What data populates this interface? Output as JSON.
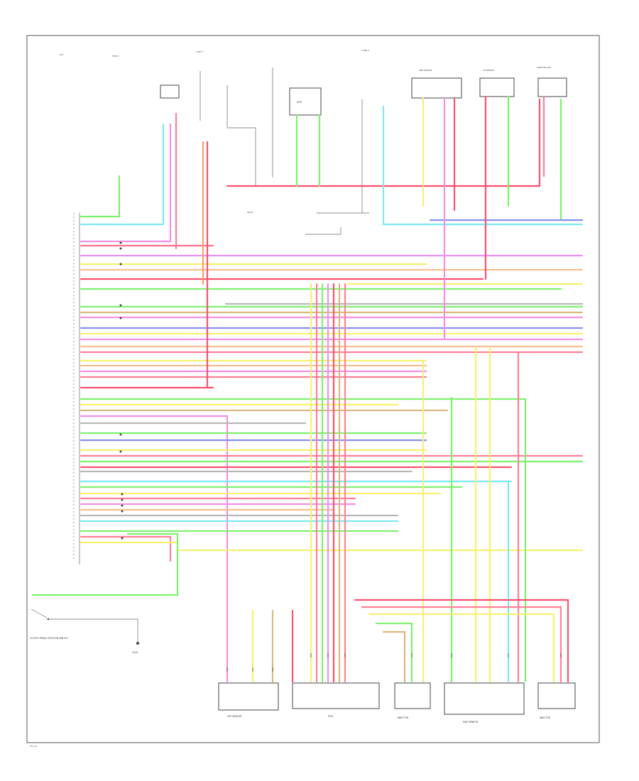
{
  "footer": {
    "code": "TK7-14"
  },
  "components": {
    "clutch_switch": "CLUTCH PEDAL POSITION SWITCH",
    "ground_lower": "G101",
    "dlc": "DLC",
    "ecm_top": "ECM",
    "fuse_a": "FUSE 1",
    "fuse_b": "FUSE 2",
    "fuse_c": "FUSE 3",
    "relay": "RELAY",
    "ckp": "CKP SENSOR",
    "cmp": "CMP SENSOR",
    "tp": "TP SENSOR",
    "pcm": "PCM",
    "ignition": "IGNITION COIL",
    "injector_l": "INJECTOR",
    "injector_r": "INJECTOR",
    "map": "MAP SENSOR"
  }
}
